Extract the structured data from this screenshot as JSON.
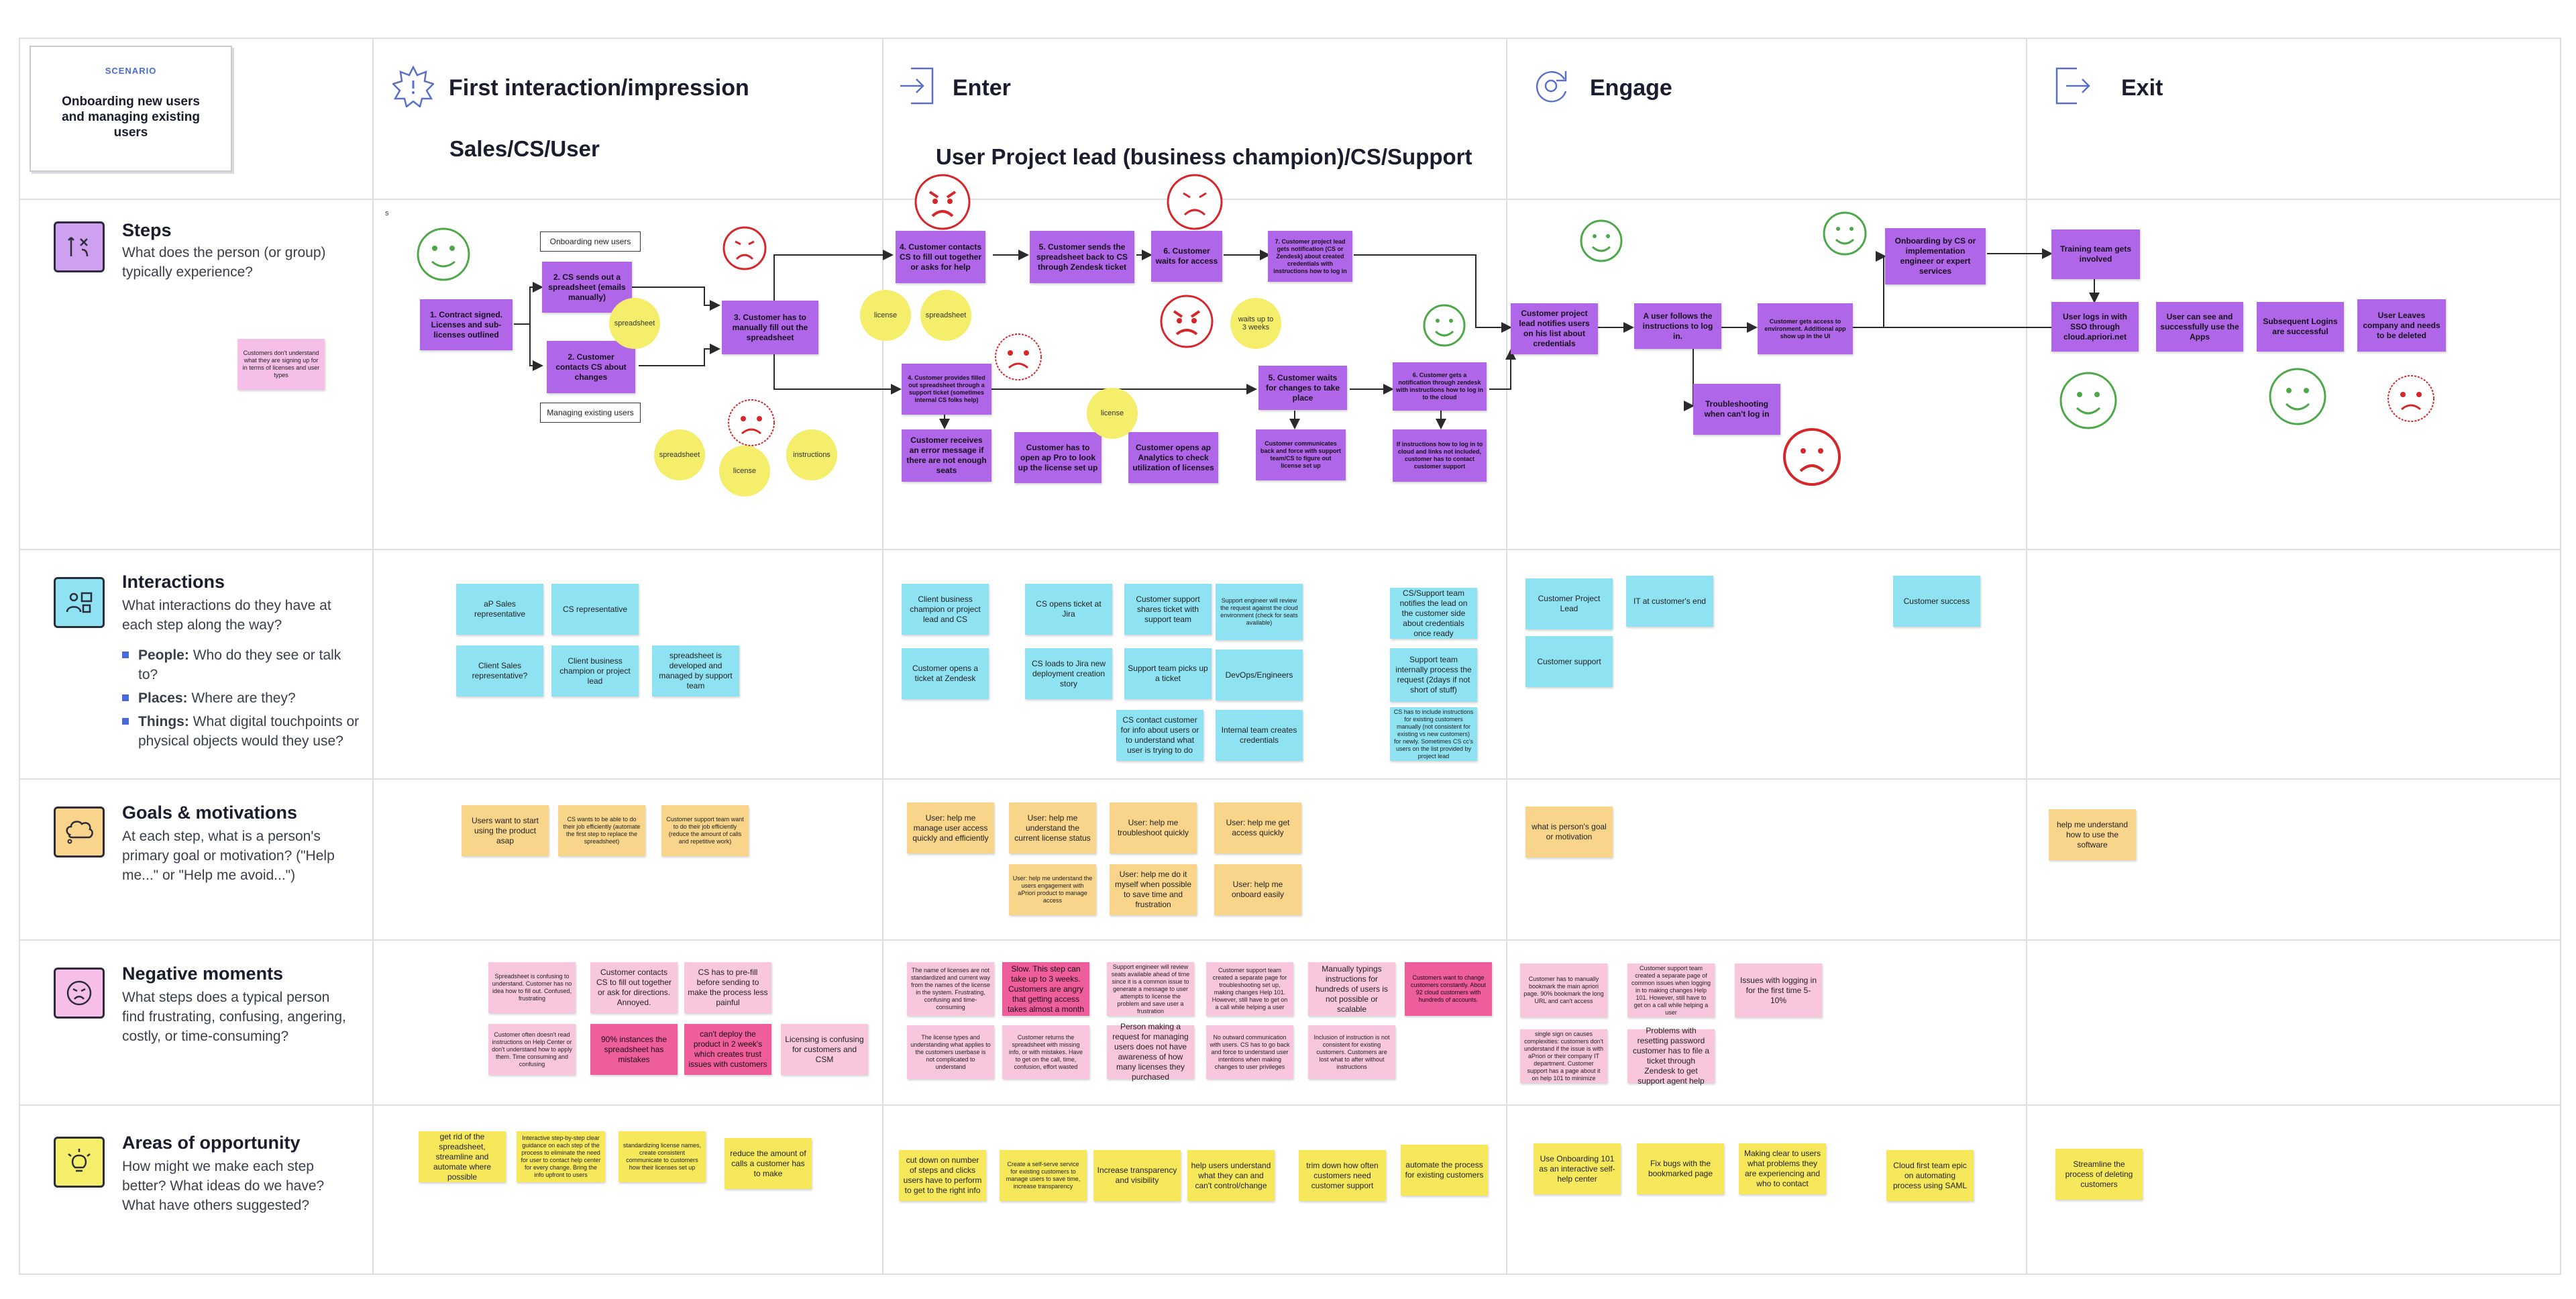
{
  "scenario": {
    "label": "SCENARIO",
    "title": "Onboarding new users and managing existing users"
  },
  "phases": [
    {
      "icon": "starburst-icon",
      "title": "First interaction/impression"
    },
    {
      "icon": "enter-icon",
      "title": "Enter"
    },
    {
      "icon": "engage-icon",
      "title": "Engage"
    },
    {
      "icon": "exit-icon",
      "title": "Exit"
    }
  ],
  "actors": {
    "phase1": "Sales/CS/User",
    "phase2": "User Project lead (business champion)/CS/Support"
  },
  "rows": {
    "steps": {
      "title": "Steps",
      "desc": "What does the person (or group) typically experience?"
    },
    "interactions": {
      "title": "Interactions",
      "desc": "What interactions do they have at each step along the way?",
      "bullets": [
        {
          "bold": "People:",
          "text": " Who do they see or talk to?"
        },
        {
          "bold": "Places:",
          "text": " Where are they?"
        },
        {
          "bold": "Things:",
          "text": " What digital touchpoints or physical objects would they use?"
        }
      ]
    },
    "goals": {
      "title": "Goals & motivations",
      "desc": "At each step, what is a person's primary goal or motivation? (\"Help me...\" or \"Help me avoid...\")"
    },
    "negative": {
      "title": "Negative moments",
      "desc": "What steps does a typical person find frustrating, confusing, angering, costly, or time-consuming?"
    },
    "opportunity": {
      "title": "Areas of opportunity",
      "desc": "How might we make each step better? What ideas do we have? What have others suggested?"
    }
  },
  "steps": {
    "s_marker": "s",
    "side_note": "Customers don't understand what they are signing up for in terms of licenses and user types",
    "labels": {
      "onboarding": "Onboarding new users",
      "managing": "Managing existing users"
    },
    "notes": {
      "s1": "1. Contract signed. Licenses and sub-licenses outlined",
      "s2a": "2. CS sends out a spreadsheet (emails manually)",
      "s2b": "2. Customer contacts CS about changes",
      "s3": "3. Customer has to manually fill out the spreadsheet",
      "s4a": "4. Customer contacts CS to fill out together or asks for help",
      "s5a": "5. Customer sends the spreadsheet back to CS through Zendesk ticket",
      "s6a": "6. Customer waits for access",
      "s7a": "7. Customer project lead gets notification (CS or Zendesk) about created credentials with instructions how to log in",
      "s4b": "4. Customer provides filled out spreadsheet through a support ticket (sometimes internal CS folks help)",
      "s5b": "5. Customer waits for changes to take place",
      "s6b": "6. Customer gets a notification through zendesk with instructions how to log in to the cloud",
      "err": "Customer receives an error message if there are not enough seats",
      "apro": "Customer has to open ap Pro to look up the license set up",
      "analytics": "Customer opens ap Analytics to check utilization of licenses",
      "comm": "Customer communicates back and force with support team/CS to figure out license set up",
      "ifinst": "If instructions how to log in to cloud and links not included, customer has to contact customer support",
      "e1": "Customer project lead notifies users on his list about credentials",
      "e2": "A user follows the instructions to log in.",
      "e3": "Customer gets access to environment. Additional app show up in the UI",
      "trouble": "Troubleshooting when can't log in",
      "onboardcs": "Onboarding by CS or implementation engineer or expert services",
      "training": "Training team gets involved",
      "sso": "User logs in with SSO through cloud.apriori.net",
      "apps": "User can see and successfully use the Apps",
      "subsequent": "Subsequent Logins are successful",
      "leaves": "User Leaves company and needs to be deleted"
    },
    "circles": {
      "c1": "spreadsheet",
      "c2": "spreadsheet",
      "c3": "license",
      "c4": "instructions",
      "c5": "license",
      "c6": "spreadsheet",
      "c7": "license"
    },
    "waits": "waits up to 3 weeks"
  },
  "interactions": {
    "i1": "aP Sales representative",
    "i2": "CS representative",
    "i3": "Client Sales representative?",
    "i4": "Client business champion or project lead",
    "i5": "spreadsheet is developed and managed by support team",
    "i6": "Client business champion or project lead and CS",
    "i7": "Customer opens a ticket at Zendesk",
    "i8": "CS opens ticket at Jira",
    "i9": "CS loads to Jira new deployment creation story",
    "i10": "Customer support shares ticket with support team",
    "i11": "Support team picks up a ticket",
    "i12": "CS contact customer for info about users or to understand what user is trying to do",
    "i13": "Support engineer will review the request against the cloud environment (check for seats available)",
    "i14": "DevOps/Engineers",
    "i15": "Internal team creates credentials",
    "i16": "CS/Support team notifies the lead on the customer side about credentials once ready",
    "i17": "Support team internally process the request (2days if not short of stuff)",
    "i18": "CS has to include instructions for existing customers manually (not consistent for existing vs new customers) for newly. Sometimes CS cc's users on the list provided by project lead",
    "i19": "Customer Project Lead",
    "i20": "Customer support",
    "i21": "IT at customer's end",
    "i22": "Customer success"
  },
  "goals": {
    "g1": "Users want to start using the product asap",
    "g2": "CS wants to be able to do their job efficiently (automate the first step to replace the spreadsheet)",
    "g3": "Customer support team want to do their job efficiently (reduce the amount of calls and repetitive work)",
    "g4": "User: help me manage user access quickly and efficiently",
    "g5": "User: help me understand the current license status",
    "g6": "User: help me understand the users engagement with aPriori product to manage access",
    "g7": "User: help me troubleshoot quickly",
    "g8": "User: help me do it myself when possible to save time and frustration",
    "g9": "User: help me get access quickly",
    "g10": "User: help me onboard easily",
    "g11": "what is person's goal or motivation",
    "g12": "help me understand how to use the software"
  },
  "negative": {
    "n1": "Spreadsheet is confusing to understand. Customer has no idea how to fill out. Confused, frustrating",
    "n2": "Customer contacts CS to fill out together or ask for directions. Annoyed.",
    "n3": "CS has to pre-fill before sending to make the process less painful",
    "n4": "Customer often doesn't read instructions on Help Center or don't understand how to apply them. Time consuming and confusing",
    "n5": "90% instances the spreadsheet has mistakes",
    "n6": "can't deploy the product in 2 week's which creates trust issues with customers",
    "n7": "Licensing is confusing for customers and CSM",
    "n8": "The name of licenses are not standardized and current way from the names of the license in the system. Frustrating, confusing and time-consuming",
    "n9": "Slow. This step can take up to 3 weeks. Customers are angry that getting access takes almost a month",
    "n10": "The license types and understanding what applies to the customers userbase is not complicated to understand",
    "n11": "Customer returns the spreadsheet with missing info, or with mistakes. Have to get on the call, time, confusion, effort wasted",
    "n12": "Support engineer will review seats available ahead of time since it is a common issue to generate a message to user attempts to license the problem and save user a frustration",
    "n13": "Person making a request for managing users does not have awareness of how many licenses they purchased",
    "n14": "Customer support team created a separate page for troubleshooting set up, making changes Help 101. However, still have to get on a call while helping a user",
    "n15": "No outward communication with users. CS has to go back and force to understand user intentions when making changes to user privileges",
    "n16": "Manually typings instructions for hundreds of users is not possible or scalable",
    "n17": "Inclusion of instruction is not consistent for existing customers. Customers are lost what to after without instructions",
    "n18": "Customers want to change customers constantly. About 92 cloud customers with hundreds of accounts.",
    "n19": "Customer has to manually bookmark the main apriori page. 90% bookmark the long URL and can't access",
    "n20": "Customer support team created a separate page of common issues when logging in to making changes Help 101. However, still have to get on a call while helping a user",
    "n21": "Issues with logging in for the first time 5-10%",
    "n22": "single sign on causes complexities: customers don't understand if the issue is with aPriori or their company IT department. Customer support has a page about it on help 101 to minimize",
    "n23": "Problems with resetting password customer has to file a ticket through Zendesk to get support agent help"
  },
  "opportunity": {
    "o1": "get rid of the spreadsheet, streamline and automate where possible",
    "o2": "Interactive step-by-step clear guidance on each step of the process to eliminate the need for user to contact help center for every change. Bring the info upfront to users",
    "o3": "standardizing license names, create consistent communicate to customers how their licenses set up",
    "o4": "reduce the amount of calls a customer has to make",
    "o5": "cut down on number of steps and clicks users have to perform to get to the right info",
    "o6": "Create a self-serve service for existing customers to manage users to save time, increase transparency",
    "o7": "Increase transparency and visibility",
    "o8": "help users understand what they can and can't control/change",
    "o9": "trim down how often customers need customer support",
    "o10": "automate the process for existing customers",
    "o11": "Use Onboarding 101 as an interactive self-help center",
    "o12": "Fix bugs with the bookmarked page",
    "o13": "Making clear to users what problems they are experiencing and who to contact",
    "o14": "Cloud first team epic on automating process using SAML",
    "o15": "Streamline the process of deleting customers"
  },
  "colors": {
    "purple": "#b066e8",
    "pink": "#f6bfe7",
    "cyan": "#8fe2f2",
    "orange": "#f8d58b",
    "magenta": "#ee5d9c",
    "yellow": "#f6e85a",
    "happy": "#4da84a",
    "sad": "#d6262a"
  }
}
